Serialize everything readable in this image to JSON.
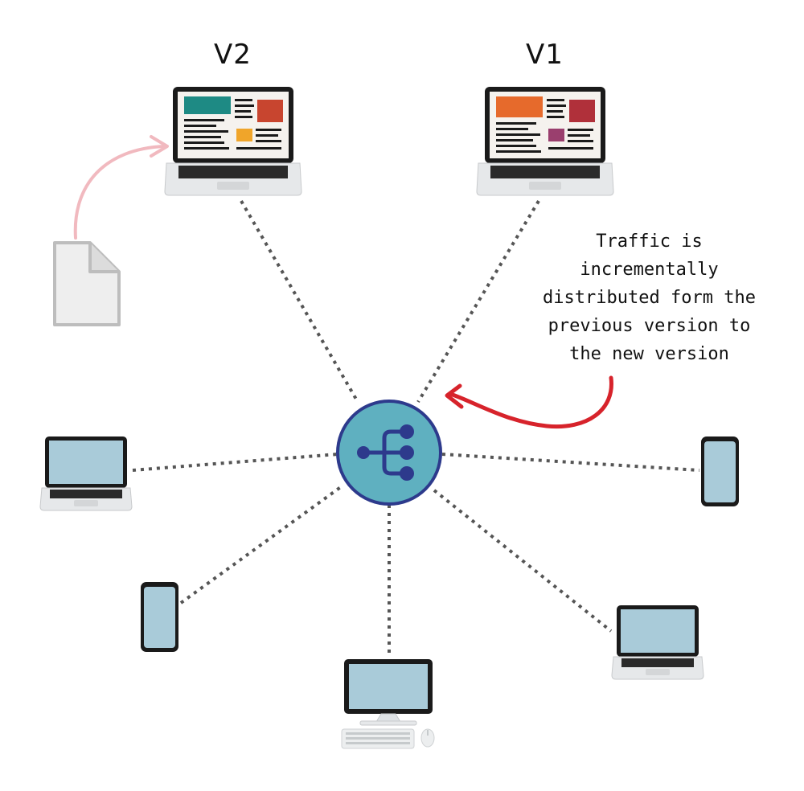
{
  "labels": {
    "v2": "V2",
    "v1": "V1"
  },
  "annotation": {
    "lines": [
      "Traffic is",
      "incrementally",
      "distributed form the",
      "previous version to",
      "the new version"
    ]
  },
  "colors": {
    "hub_fill": "#5fb0c0",
    "hub_stroke": "#2d3a8c",
    "hub_icon": "#2d3a8c",
    "screen_blue": "#a9cbd9",
    "device_dark": "#1a1a1a",
    "arrow_red": "#d7232b",
    "arrow_pink": "#f1b9bf",
    "connector": "#555555"
  },
  "icons": {
    "hub": "split-traffic-icon",
    "document": "document-icon",
    "laptop": "laptop-icon",
    "phone": "smartphone-icon",
    "desktop": "desktop-computer-icon"
  }
}
